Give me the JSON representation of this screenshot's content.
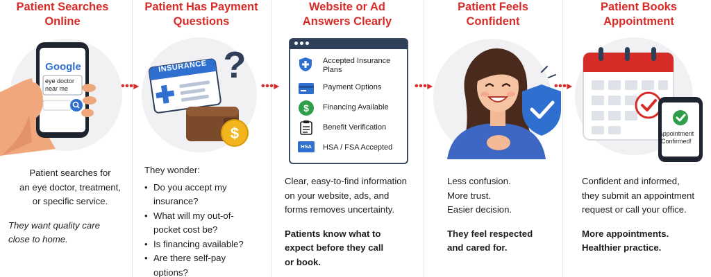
{
  "steps": [
    {
      "title": "Patient Searches Online",
      "phone": {
        "brand": "Google",
        "query_line1": "eye doctor",
        "query_line2": "near me"
      },
      "text": [
        "Patient searches for",
        "an eye doctor, treatment,",
        "or specific service."
      ],
      "italic": [
        "They want quality care",
        "close to home."
      ]
    },
    {
      "title": "Patient Has Payment Questions",
      "card_label": "INSURANCE",
      "intro": "They wonder:",
      "questions": [
        "Do you accept my insurance?",
        "What will my out-of-pocket cost be?",
        "Is financing available?",
        "Are there self-pay options?"
      ]
    },
    {
      "title": "Website or Ad Answers Clearly",
      "items": [
        {
          "label": "Accepted Insurance Plans",
          "icon": "shield-plus-icon"
        },
        {
          "label": "Payment Options",
          "icon": "credit-card-icon"
        },
        {
          "label": "Financing Available",
          "icon": "dollar-icon"
        },
        {
          "label": "Benefit Verification",
          "icon": "clipboard-icon"
        },
        {
          "label": "HSA / FSA Accepted",
          "icon": "hsa-card-icon",
          "badge": "HSA"
        }
      ],
      "text": [
        "Clear, easy-to-find information",
        "on your website, ads, and",
        "forms removes uncertainty."
      ],
      "bold": [
        "Patients know what to",
        "expect before they call",
        "or book."
      ]
    },
    {
      "title": "Patient Feels Confident",
      "text": [
        "Less confusion.",
        "More trust.",
        "Easier decision."
      ],
      "bold": [
        "They feel respected",
        "and cared for."
      ]
    },
    {
      "title": "Patient Books Appointment",
      "confirm_label": "Appointment Confirmed!",
      "text": [
        "Confident and informed,",
        "they submit an appointment",
        "request or call your office."
      ],
      "bold": [
        "More appointments.",
        "Healthier practice."
      ]
    }
  ],
  "arrow_glyph": "•••▸",
  "colors": {
    "accent": "#d62b27",
    "navy": "#2f3f5a",
    "blue": "#2e6fd0",
    "green": "#2e9e4b",
    "gold": "#f2b51e"
  }
}
